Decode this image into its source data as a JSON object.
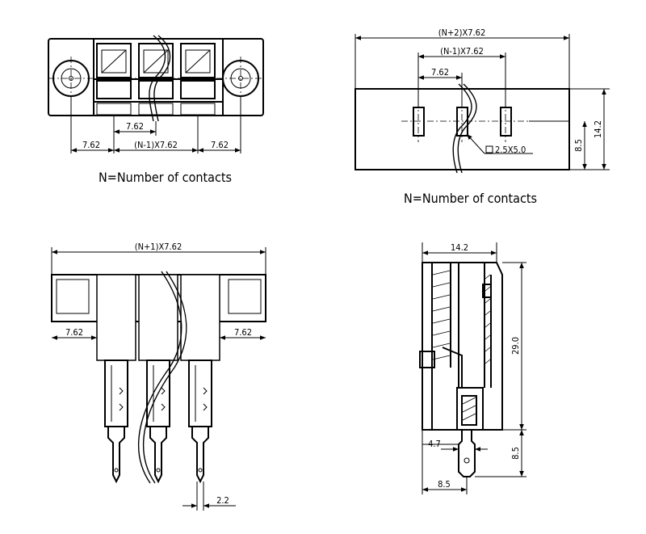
{
  "views": {
    "top_left": {
      "dims": {
        "pitch": "7.62",
        "left": "7.62",
        "middle": "(N-1)X7.62",
        "right": "7.62"
      },
      "note": "N=Number of contacts"
    },
    "top_right": {
      "dims": {
        "overall": "(N+2)X7.62",
        "middle": "(N-1)X7.62",
        "pitch": "7.62",
        "height": "14.2",
        "half": "8.5",
        "hole": "2.5X5.0"
      },
      "note": "N=Number of contacts"
    },
    "bottom_left": {
      "dims": {
        "overall": "(N+1)X7.62",
        "left": "7.62",
        "right": "7.62",
        "pin": "2.2"
      }
    },
    "bottom_right": {
      "dims": {
        "width": "14.2",
        "height": "29.0",
        "pin_len": "8.5",
        "offset": "4.7",
        "base": "8.5"
      }
    }
  }
}
